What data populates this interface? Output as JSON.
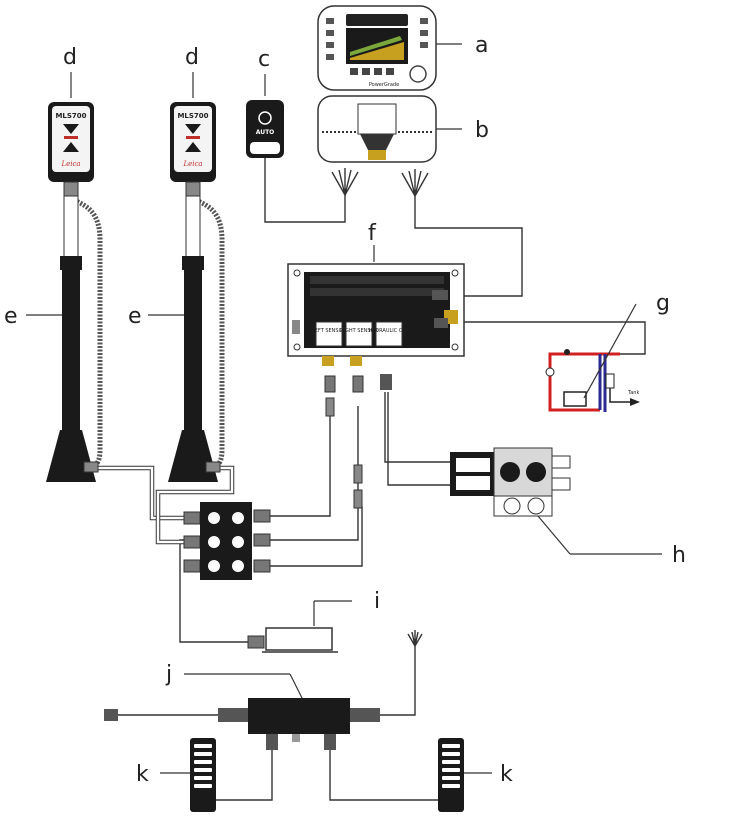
{
  "labels": {
    "a": "a",
    "b": "b",
    "c": "c",
    "d1": "d",
    "d2": "d",
    "e1": "e",
    "e2": "e",
    "f": "f",
    "g": "g",
    "h": "h",
    "i": "i",
    "j": "j",
    "k1": "k",
    "k2": "k"
  },
  "device_text": {
    "sensor_left": "MLS700",
    "sensor_right": "MLS700",
    "brand": "Leica",
    "remote_mode": "AUTO",
    "panel_brand": "PowerGrade",
    "box_left_sensor": "LEFT SENSOR",
    "box_right_sensor": "RIGHT SENSOR",
    "box_hydraulic_out": "HYDRAULIC OUT",
    "hydraulic_note": "Tank"
  }
}
